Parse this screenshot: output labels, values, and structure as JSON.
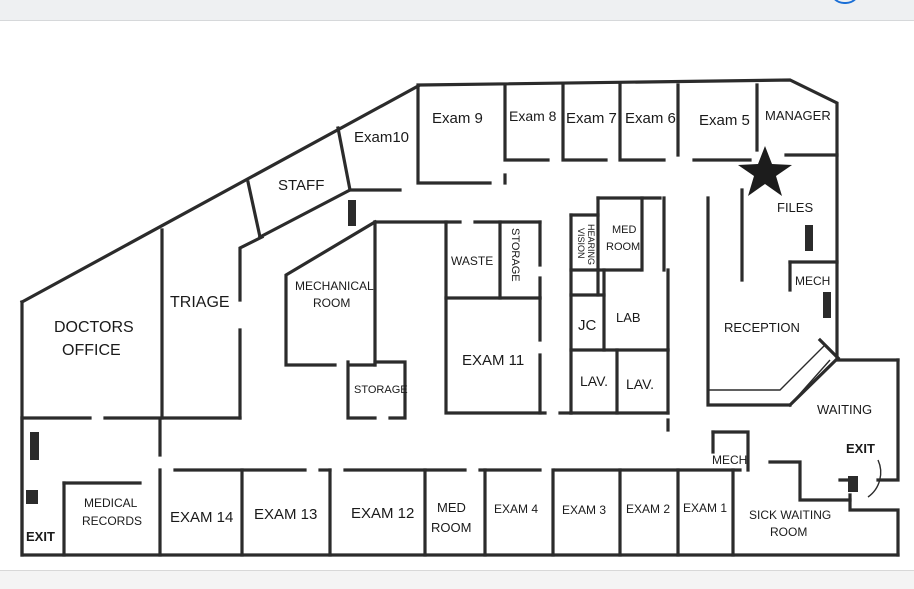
{
  "rooms": {
    "exam9": "Exam 9",
    "exam8": "Exam  8",
    "exam7": "Exam 7",
    "exam6": "Exam 6",
    "exam5": "Exam 5",
    "manager": "MANAGER",
    "exam10": "Exam10",
    "staff": "STAFF",
    "files": "FILES",
    "med_room_top_1": "MED",
    "med_room_top_2": "ROOM",
    "hearing_vision_1": "HEARING",
    "hearing_vision_2": "VISION",
    "storage_vertical": "STORAGE",
    "waste": "WASTE",
    "mechanical_room_1": "MECHANICAL",
    "mechanical_room_2": "ROOM",
    "triage": "TRIAGE",
    "doctors_office_1": "DOCTORS",
    "doctors_office_2": "OFFICE",
    "mech_right": "MECH",
    "jc": "JC",
    "lab": "LAB",
    "reception": "RECEPTION",
    "exam11": "EXAM 11",
    "storage_small": "STORAGE",
    "lav1": "LAV.",
    "lav2": "LAV.",
    "waiting": "WAITING",
    "exit_right": "EXIT",
    "mech_bottom": "MECH",
    "medical_records_1": "MEDICAL",
    "medical_records_2": "RECORDS",
    "exam14": "EXAM 14",
    "exam13": "EXAM 13",
    "exam12": "EXAM 12",
    "med_room_bottom_1": "MED",
    "med_room_bottom_2": "ROOM",
    "exam4": "EXAM 4",
    "exam3": "EXAM 3",
    "exam2": "EXAM 2",
    "exam1": "EXAM 1",
    "sick_waiting_1": "SICK WAITING",
    "sick_waiting_2": "ROOM",
    "exit_left": "EXIT"
  },
  "colors": {
    "wall": "#2b2b2b",
    "text": "#1a1a1a",
    "star": "#1c1c1c"
  },
  "icons": {
    "marker": "star-icon",
    "extinguisher": "fire-extinguisher-icon"
  }
}
